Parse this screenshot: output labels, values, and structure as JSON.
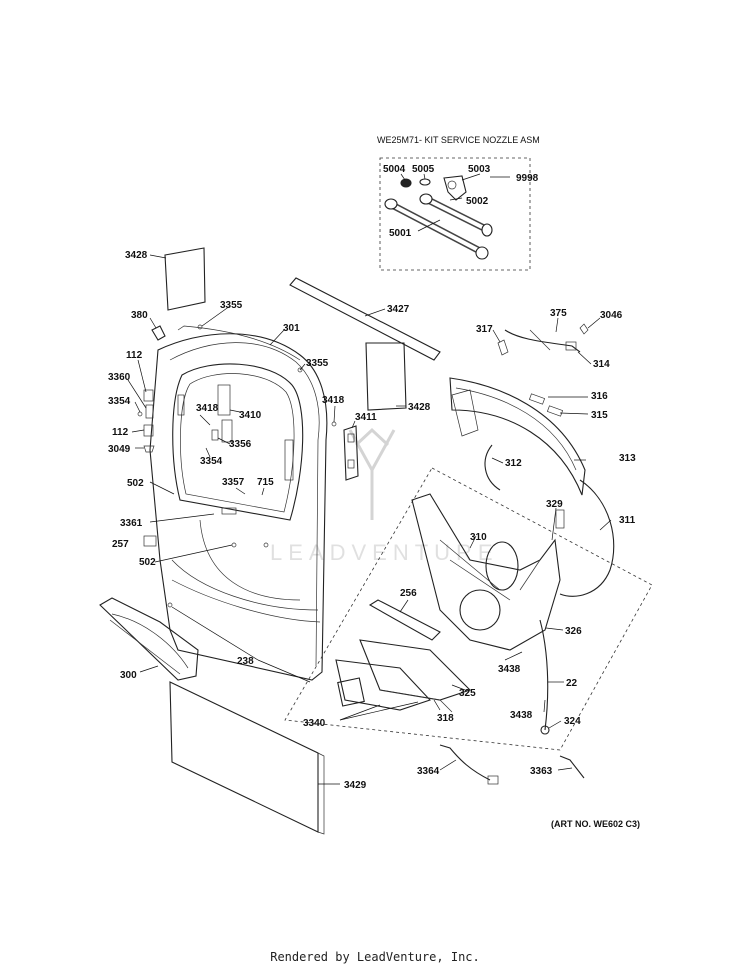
{
  "kit": {
    "title": "WE25M71- KIT SERVICE NOZZLE ASM"
  },
  "art_no": "(ART NO. WE602 C3)",
  "footer": "Rendered by LeadVenture, Inc.",
  "watermark": "LEADVENTURE",
  "callouts": [
    {
      "id": "c5004",
      "text": "5004"
    },
    {
      "id": "c5005",
      "text": "5005"
    },
    {
      "id": "c5003",
      "text": "5003"
    },
    {
      "id": "c9998",
      "text": "9998"
    },
    {
      "id": "c5002",
      "text": "5002"
    },
    {
      "id": "c5001",
      "text": "5001"
    },
    {
      "id": "c3428a",
      "text": "3428"
    },
    {
      "id": "c3355a",
      "text": "3355"
    },
    {
      "id": "c301",
      "text": "301"
    },
    {
      "id": "c3427",
      "text": "3427"
    },
    {
      "id": "c380",
      "text": "380"
    },
    {
      "id": "c3355b",
      "text": "3355"
    },
    {
      "id": "c375",
      "text": "375"
    },
    {
      "id": "c3046",
      "text": "3046"
    },
    {
      "id": "c317",
      "text": "317"
    },
    {
      "id": "c314",
      "text": "314"
    },
    {
      "id": "c112a",
      "text": "112"
    },
    {
      "id": "c3360",
      "text": "3360"
    },
    {
      "id": "c3354a",
      "text": "3354"
    },
    {
      "id": "c3418a",
      "text": "3418"
    },
    {
      "id": "c3410",
      "text": "3410"
    },
    {
      "id": "c3418b",
      "text": "3418"
    },
    {
      "id": "c3428b",
      "text": "3428"
    },
    {
      "id": "c316",
      "text": "316"
    },
    {
      "id": "c315",
      "text": "315"
    },
    {
      "id": "c3411",
      "text": "3411"
    },
    {
      "id": "c112b",
      "text": "112"
    },
    {
      "id": "c3356",
      "text": "3356"
    },
    {
      "id": "c3049",
      "text": "3049"
    },
    {
      "id": "c3354b",
      "text": "3354"
    },
    {
      "id": "c312",
      "text": "312"
    },
    {
      "id": "c313",
      "text": "313"
    },
    {
      "id": "c502a",
      "text": "502"
    },
    {
      "id": "c3357",
      "text": "3357"
    },
    {
      "id": "c715",
      "text": "715"
    },
    {
      "id": "c329",
      "text": "329"
    },
    {
      "id": "c311",
      "text": "311"
    },
    {
      "id": "c3361",
      "text": "3361"
    },
    {
      "id": "c310",
      "text": "310"
    },
    {
      "id": "c257",
      "text": "257"
    },
    {
      "id": "c502b",
      "text": "502"
    },
    {
      "id": "c256",
      "text": "256"
    },
    {
      "id": "c326",
      "text": "326"
    },
    {
      "id": "c3438a",
      "text": "3438"
    },
    {
      "id": "c238",
      "text": "238"
    },
    {
      "id": "c22",
      "text": "22"
    },
    {
      "id": "c300",
      "text": "300"
    },
    {
      "id": "c325",
      "text": "325"
    },
    {
      "id": "c3438b",
      "text": "3438"
    },
    {
      "id": "c3340",
      "text": "3340"
    },
    {
      "id": "c318",
      "text": "318"
    },
    {
      "id": "c324",
      "text": "324"
    },
    {
      "id": "c3364",
      "text": "3364"
    },
    {
      "id": "c3363",
      "text": "3363"
    },
    {
      "id": "c3429",
      "text": "3429"
    }
  ]
}
